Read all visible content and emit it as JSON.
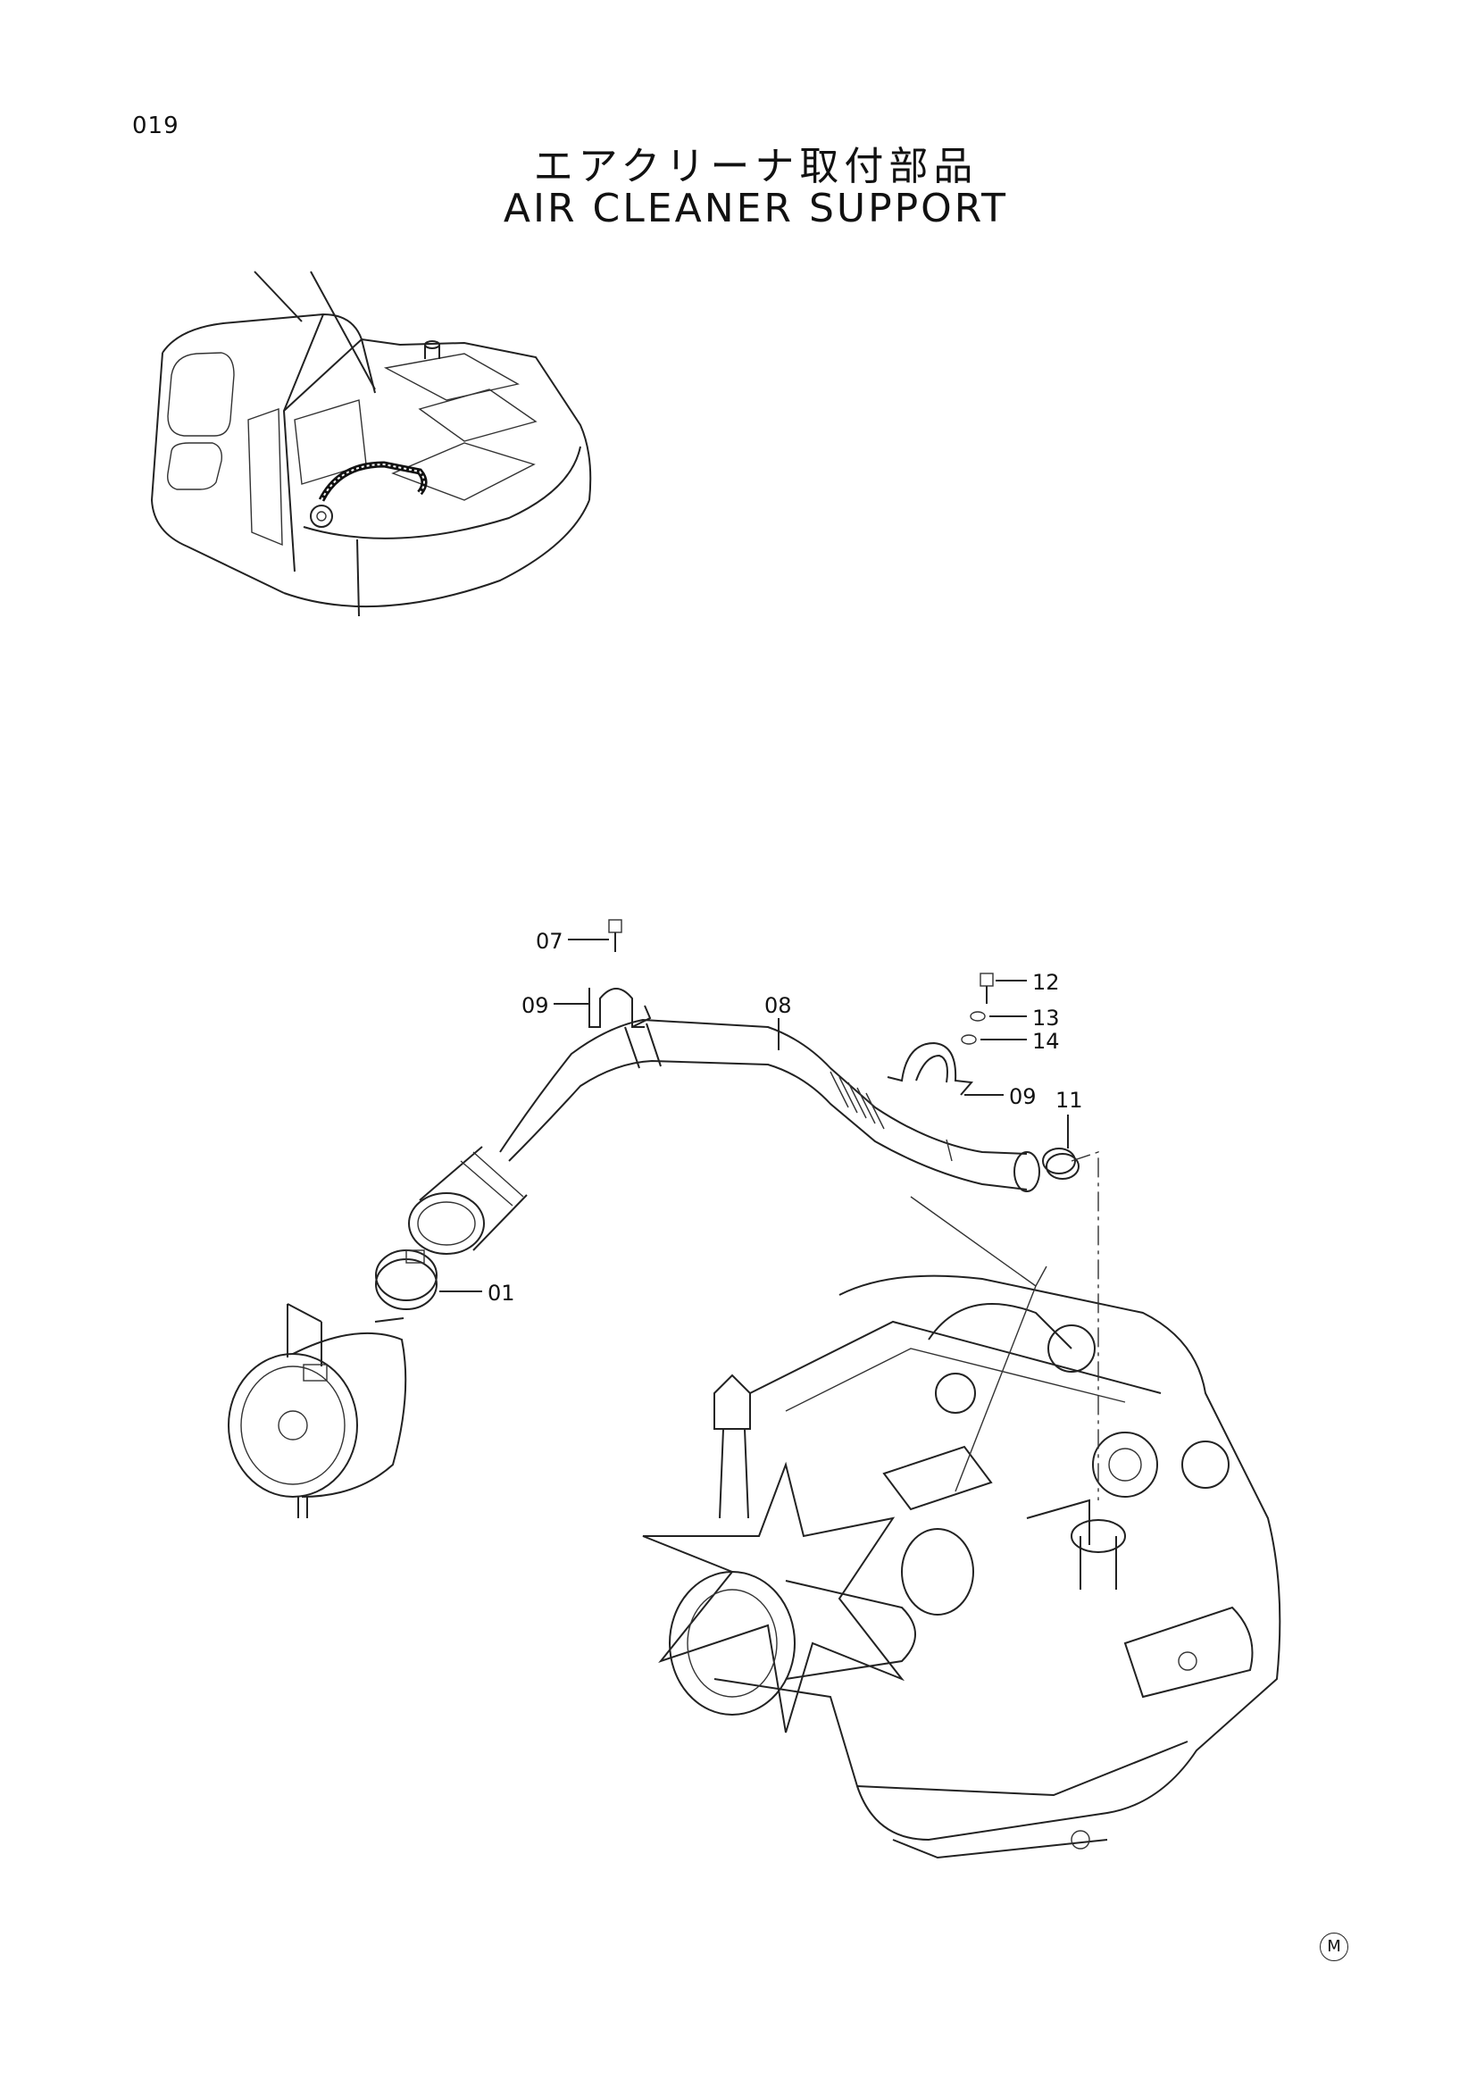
{
  "page": {
    "number": "019"
  },
  "title": {
    "japanese": "エアクリーナ取付部品",
    "english": "AIR CLEANER SUPPORT"
  },
  "callouts": [
    "07",
    "09",
    "08",
    "12",
    "13",
    "14",
    "09",
    "11",
    "01"
  ],
  "corner_mark": "M"
}
